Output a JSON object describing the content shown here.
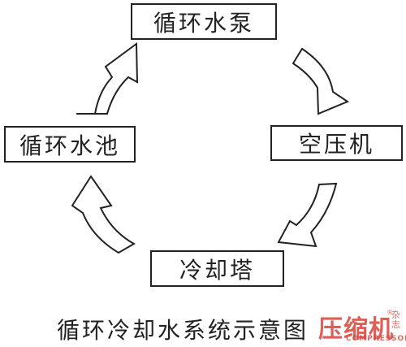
{
  "nodes": {
    "pump": "循环水泵",
    "compressor": "空压机",
    "tower": "冷却塔",
    "pool": "循环水池"
  },
  "caption": "循环冷却水系统示意图",
  "watermark": {
    "main": "压缩机",
    "side": "杂志",
    "sub": "COMPRESSOR",
    "reg": "®"
  },
  "colors": {
    "line": "#222222",
    "watermark": "#d9443a"
  }
}
